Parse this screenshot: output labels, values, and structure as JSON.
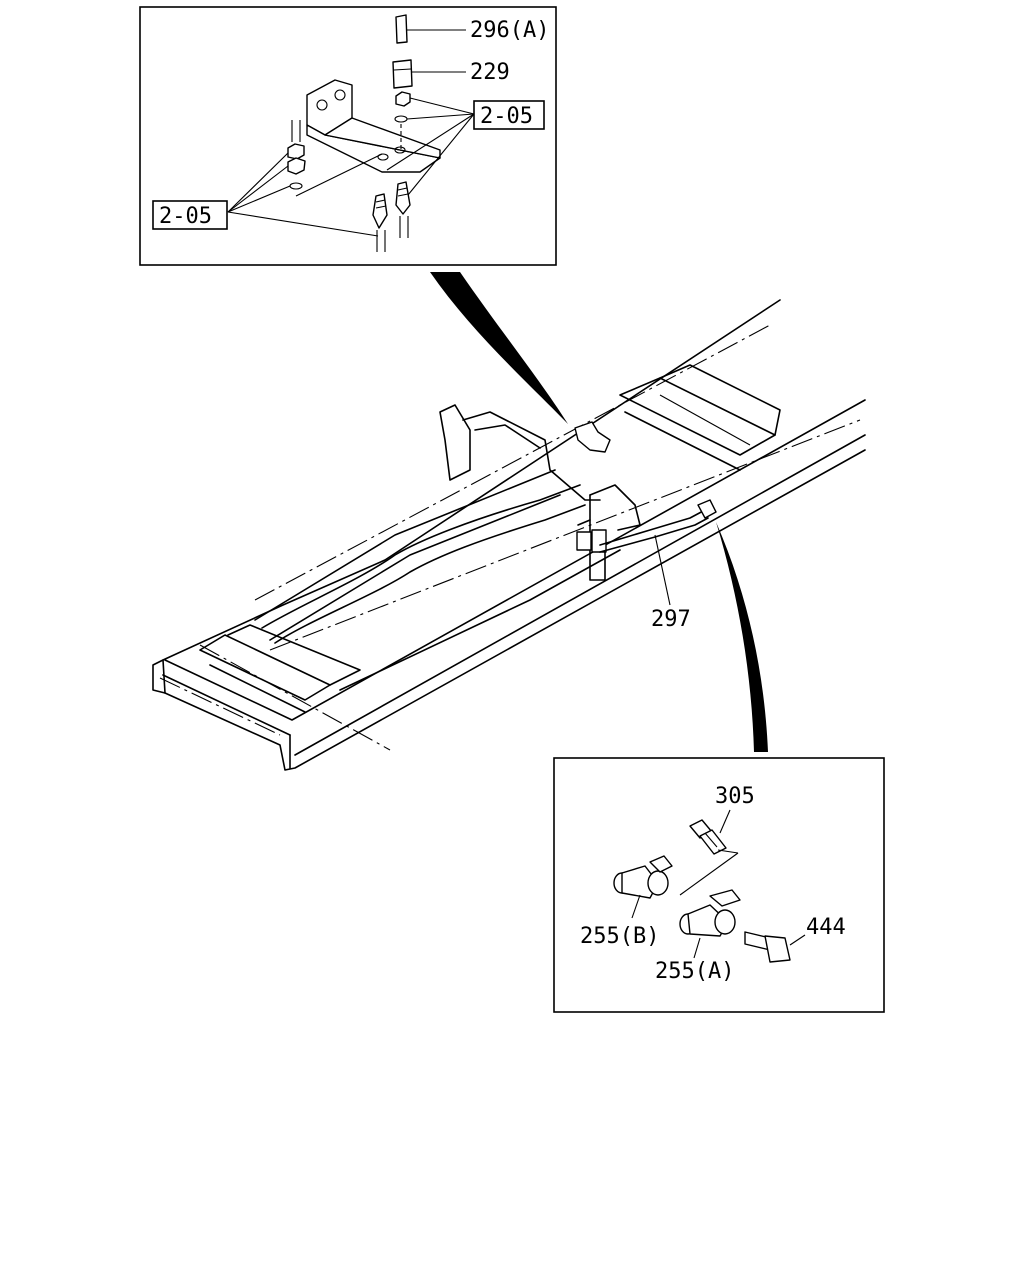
{
  "diagram": {
    "callouts": {
      "pipe_a": "296(A)",
      "connector_229": "229",
      "ref_top_right": "2-05",
      "ref_top_left": "2-05",
      "pipe_297": "297",
      "connector_305": "305",
      "joint_b": "255(B)",
      "joint_a": "255(A)",
      "bolt_444": "444"
    }
  }
}
